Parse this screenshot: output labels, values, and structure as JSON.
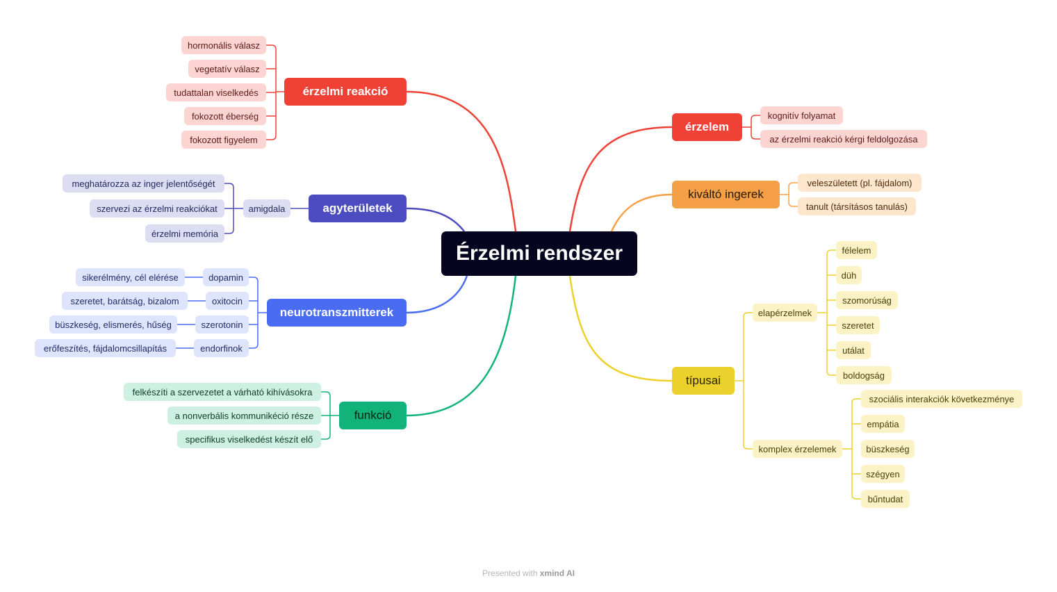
{
  "root": "Érzelmi rendszer",
  "colors": {
    "red": "#ef4136",
    "orange": "#f5a046",
    "yellow": "#ecd12c",
    "green": "#11b37a",
    "blue": "#4a6cf2",
    "indigo": "#4c4bbf",
    "root_bg": "#05051f"
  },
  "branches": {
    "erzelmi_reakcio": {
      "label": "érzelmi reakció",
      "children": [
        "hormonális válasz",
        "vegetatív válasz",
        "tudattalan viselkedés",
        "fokozott éberség",
        "fokozott figyelem"
      ]
    },
    "agyteruletek": {
      "label": "agyterületek",
      "amigdala": {
        "label": "amigdala",
        "children": [
          "meghatározza az inger jelentőségét",
          "szervezi az érzelmi reakciókat",
          "érzelmi memória"
        ]
      }
    },
    "neurotranszmitterek": {
      "label": "neurotranszmitterek",
      "children": [
        {
          "label": "dopamin",
          "detail": "sikerélmény, cél elérése"
        },
        {
          "label": "oxitocin",
          "detail": "szeretet, barátság, bizalom"
        },
        {
          "label": "szerotonin",
          "detail": "büszkeség, elismerés, hűség"
        },
        {
          "label": "endorfinok",
          "detail": "erőfeszítés, fájdalomcsillapítás"
        }
      ]
    },
    "funkcio": {
      "label": "funkció",
      "children": [
        "felkészíti a szervezetet a várható kihívásokra",
        "a nonverbális kommunikéció része",
        "specifikus viselkedést készít elő"
      ]
    },
    "erzelem": {
      "label": "érzelem",
      "children": [
        "kognitív folyamat",
        "az érzelmi reakció kérgi feldolgozása"
      ]
    },
    "kivalto_ingerek": {
      "label": "kiváltó ingerek",
      "children": [
        "veleszületett (pl. fájdalom)",
        "tanult (társításos tanulás)"
      ]
    },
    "tipusai": {
      "label": "típusai",
      "elaperzelmek": {
        "label": "elapérzelmek",
        "children": [
          "félelem",
          "düh",
          "szomorúság",
          "szeretet",
          "utálat",
          "boldogság"
        ]
      },
      "komplex": {
        "label": "komplex érzelemek",
        "children": [
          "szociális interakciók következménye",
          "empátia",
          "büszkeség",
          "szégyen",
          "bűntudat"
        ]
      }
    }
  },
  "footer": {
    "prefix": "Presented with",
    "brand": "xmind AI"
  }
}
